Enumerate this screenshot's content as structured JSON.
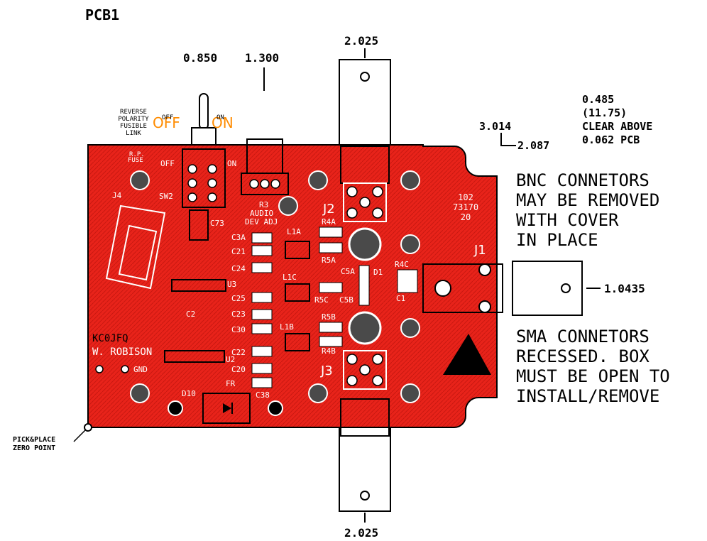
{
  "title": "PCB1",
  "dims": {
    "top_left": "0.850",
    "top_mid": "1.300",
    "top_right": "2.025",
    "bottom": "2.025",
    "right_side": "1.0435",
    "small_a": "3.014",
    "small_b": "2.087"
  },
  "clearance": {
    "line1": "0.485",
    "line2": "(11.75)",
    "line3": "CLEAR ABOVE",
    "line4": "0.062 PCB"
  },
  "notes": {
    "bnc": [
      "BNC CONNETORS",
      "MAY BE REMOVED",
      "WITH COVER",
      "IN PLACE"
    ],
    "sma": [
      "SMA CONNETORS",
      "RECESSED.  BOX",
      "MUST BE OPEN TO",
      "INSTALL/REMOVE"
    ]
  },
  "switch_labels": {
    "off": "OFF",
    "on": "ON",
    "small_off": "OFF",
    "small_on": "ON"
  },
  "fuse_label": [
    "REVERSE",
    "POLARITY",
    "FUSIBLE",
    "LINK"
  ],
  "board_labels": {
    "rp_fuse": [
      "R.P.",
      "FUSE"
    ],
    "off": "OFF",
    "on": "ON",
    "j4": "J4",
    "sw2": "SW2",
    "c73": "C73",
    "r3": "R3",
    "audio": "AUDIO",
    "dev_adj": "DEV ADJ",
    "j2": "J2",
    "j3": "J3",
    "j1": "J1",
    "part_no": [
      "102",
      "73170",
      "20"
    ],
    "callsign": "KC0JFQ",
    "author": "W. ROBISON",
    "gnd": "GND",
    "d10": "D10",
    "fr": "FR",
    "u3": "U3",
    "u2": "U2",
    "c3a": "C3A",
    "c21": "C21",
    "c24": "C24",
    "c25": "C25",
    "c23": "C23",
    "c30": "C30",
    "c22": "C22",
    "c20": "C20",
    "c38": "C38",
    "c2": "C2",
    "l1a": "L1A",
    "l1b": "L1B",
    "l1c": "L1C",
    "r4a": "R4A",
    "r5a": "R5A",
    "r5c": "R5C",
    "r5b": "R5B",
    "r4b": "R4B",
    "r4c": "R4C",
    "c5a": "C5A",
    "c5b": "C5B",
    "d1": "D1",
    "c1": "C1"
  },
  "pick_place": [
    "PICK&PLACE",
    "ZERO POINT"
  ],
  "colors": {
    "board": "#e8231a",
    "board_dark": "#b8150e",
    "ink": "#000000",
    "accent": "#ff8c00",
    "pad": "#ffffff",
    "hole": "#4a4a4a"
  }
}
